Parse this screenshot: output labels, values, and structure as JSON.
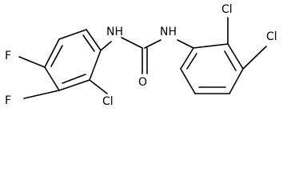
{
  "molecule": {
    "atoms": {
      "f_upper": "F",
      "f_lower": "F",
      "cl_left_ring": "Cl",
      "nh_left": "NH",
      "nh_right": "NH",
      "o_carbonyl": "O",
      "cl_right_upper": "Cl",
      "cl_right_side": "Cl"
    }
  }
}
